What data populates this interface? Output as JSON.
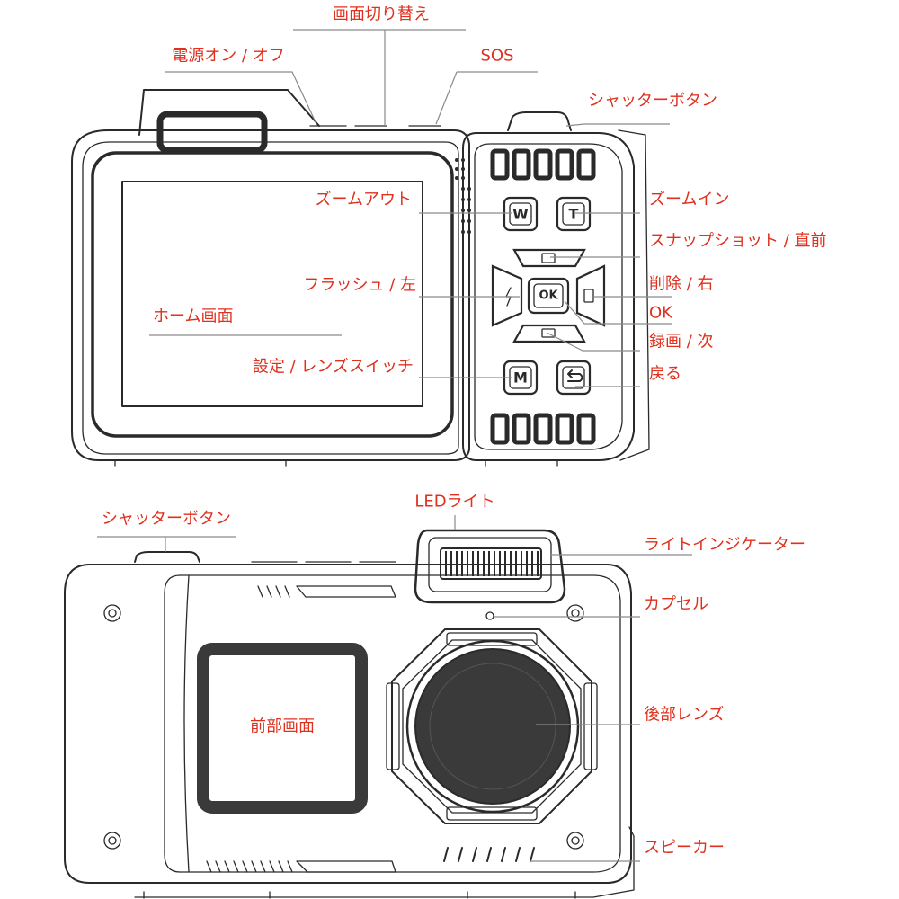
{
  "labels": {
    "top_camera": {
      "screen_switch": "画面切り替え",
      "power": "電源オン / オフ",
      "sos": "SOS",
      "shutter": "シャッターボタン",
      "zoom_out": "ズームアウト",
      "zoom_in": "ズームイン",
      "snapshot_prev": "スナップショット / 直前",
      "flash_left": "フラッシュ / 左",
      "delete_right": "削除 / 右",
      "ok": "OK",
      "home_screen": "ホーム画面",
      "record_next": "録画 / 次",
      "settings_lens_switch": "設定 / レンズスイッチ",
      "back": "戻る"
    },
    "bottom_camera": {
      "shutter": "シャッターボタン",
      "led_light": "LEDライト",
      "light_indicator": "ライトインジケーター",
      "capsule": "カプセル",
      "front_screen": "前部画面",
      "rear_lens": "後部レンズ",
      "speaker": "スピーカー"
    }
  },
  "buttons": {
    "zoom_out_glyph": "W",
    "zoom_in_glyph": "T",
    "ok_glyph": "OK",
    "menu_glyph": "M"
  },
  "colors": {
    "label": "#e0301e",
    "line_art": "#2a2a2a",
    "leader": "#8a8a8a"
  }
}
